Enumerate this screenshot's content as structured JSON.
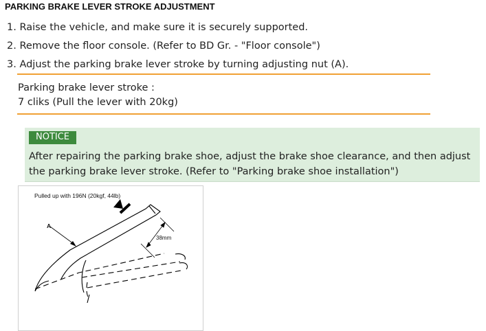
{
  "title": "PARKING BRAKE LEVER STROKE ADJUSTMENT",
  "steps": [
    "1. Raise the vehicle, and make sure it is securely supported.",
    "2. Remove the floor console. (Refer to BD Gr. - \"Floor console\")",
    "3. Adjust the parking brake lever stroke by turning adjusting nut (A)."
  ],
  "spec": {
    "label": "Parking brake lever stroke :",
    "value": "7 cliks (Pull the lever with 20kg)"
  },
  "notice": {
    "badge": "NOTICE",
    "text": "After repairing the parking brake shoe, adjust the brake shoe clearance, and then adjust the parking brake lever stroke. (Refer to \"Parking brake shoe installation\")"
  },
  "figure": {
    "caption": "Pulled up with 196N (20kgf, 44lb)",
    "label_a": "A",
    "dimension": "38mm"
  },
  "colors": {
    "divider": "#f0a033",
    "notice_bg": "#ddeedd",
    "notice_badge": "#3d8a3d"
  }
}
